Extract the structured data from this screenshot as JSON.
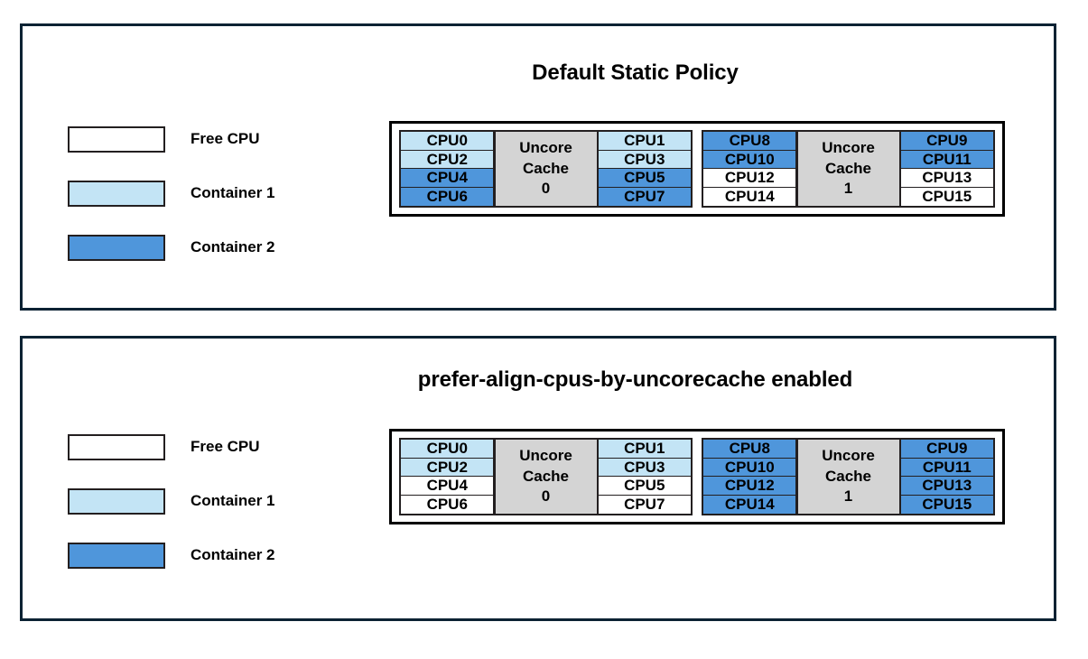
{
  "colors": {
    "free": "#ffffff",
    "container1": "#c3e4f5",
    "container2": "#4f96db",
    "uncore_cache": "#d4d4d4",
    "panel_border": "#0b2233",
    "cell_border": "#231f20"
  },
  "legend": {
    "items": [
      {
        "label": "Free CPU",
        "fill": "#ffffff"
      },
      {
        "label": "Container 1",
        "fill": "#c3e4f5"
      },
      {
        "label": "Container 2",
        "fill": "#4f96db"
      }
    ]
  },
  "panels": [
    {
      "title": "Default Static Policy",
      "groups": [
        {
          "uncore_line1": "Uncore",
          "uncore_line2": "Cache",
          "uncore_id": "0",
          "left_column": [
            {
              "label": "CPU0",
              "fill": "#c3e4f5",
              "owner": "Container 1"
            },
            {
              "label": "CPU2",
              "fill": "#c3e4f5",
              "owner": "Container 1"
            },
            {
              "label": "CPU4",
              "fill": "#4f96db",
              "owner": "Container 2"
            },
            {
              "label": "CPU6",
              "fill": "#4f96db",
              "owner": "Container 2"
            }
          ],
          "right_column": [
            {
              "label": "CPU1",
              "fill": "#c3e4f5",
              "owner": "Container 1"
            },
            {
              "label": "CPU3",
              "fill": "#c3e4f5",
              "owner": "Container 1"
            },
            {
              "label": "CPU5",
              "fill": "#4f96db",
              "owner": "Container 2"
            },
            {
              "label": "CPU7",
              "fill": "#4f96db",
              "owner": "Container 2"
            }
          ]
        },
        {
          "uncore_line1": "Uncore",
          "uncore_line2": "Cache",
          "uncore_id": "1",
          "left_column": [
            {
              "label": "CPU8",
              "fill": "#4f96db",
              "owner": "Container 2"
            },
            {
              "label": "CPU10",
              "fill": "#4f96db",
              "owner": "Container 2"
            },
            {
              "label": "CPU12",
              "fill": "#ffffff",
              "owner": "Free CPU"
            },
            {
              "label": "CPU14",
              "fill": "#ffffff",
              "owner": "Free CPU"
            }
          ],
          "right_column": [
            {
              "label": "CPU9",
              "fill": "#4f96db",
              "owner": "Container 2"
            },
            {
              "label": "CPU11",
              "fill": "#4f96db",
              "owner": "Container 2"
            },
            {
              "label": "CPU13",
              "fill": "#ffffff",
              "owner": "Free CPU"
            },
            {
              "label": "CPU15",
              "fill": "#ffffff",
              "owner": "Free CPU"
            }
          ]
        }
      ]
    },
    {
      "title": "prefer-align-cpus-by-uncorecache enabled",
      "groups": [
        {
          "uncore_line1": "Uncore",
          "uncore_line2": "Cache",
          "uncore_id": "0",
          "left_column": [
            {
              "label": "CPU0",
              "fill": "#c3e4f5",
              "owner": "Container 1"
            },
            {
              "label": "CPU2",
              "fill": "#c3e4f5",
              "owner": "Container 1"
            },
            {
              "label": "CPU4",
              "fill": "#ffffff",
              "owner": "Free CPU"
            },
            {
              "label": "CPU6",
              "fill": "#ffffff",
              "owner": "Free CPU"
            }
          ],
          "right_column": [
            {
              "label": "CPU1",
              "fill": "#c3e4f5",
              "owner": "Container 1"
            },
            {
              "label": "CPU3",
              "fill": "#c3e4f5",
              "owner": "Container 1"
            },
            {
              "label": "CPU5",
              "fill": "#ffffff",
              "owner": "Free CPU"
            },
            {
              "label": "CPU7",
              "fill": "#ffffff",
              "owner": "Free CPU"
            }
          ]
        },
        {
          "uncore_line1": "Uncore",
          "uncore_line2": "Cache",
          "uncore_id": "1",
          "left_column": [
            {
              "label": "CPU8",
              "fill": "#4f96db",
              "owner": "Container 2"
            },
            {
              "label": "CPU10",
              "fill": "#4f96db",
              "owner": "Container 2"
            },
            {
              "label": "CPU12",
              "fill": "#4f96db",
              "owner": "Container 2"
            },
            {
              "label": "CPU14",
              "fill": "#4f96db",
              "owner": "Container 2"
            }
          ],
          "right_column": [
            {
              "label": "CPU9",
              "fill": "#4f96db",
              "owner": "Container 2"
            },
            {
              "label": "CPU11",
              "fill": "#4f96db",
              "owner": "Container 2"
            },
            {
              "label": "CPU13",
              "fill": "#4f96db",
              "owner": "Container 2"
            },
            {
              "label": "CPU15",
              "fill": "#4f96db",
              "owner": "Container 2"
            }
          ]
        }
      ]
    }
  ]
}
